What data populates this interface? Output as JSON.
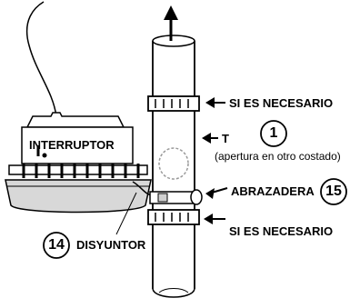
{
  "labels": {
    "interruptor": "INTERRUPTOR",
    "disyuntor": "DISYUNTOR",
    "si_es_necesario_top": "SI ES NECESARIO",
    "t": "T",
    "apertura": "(apertura en otro costado)",
    "abrazadera": "ABRAZADERA",
    "si_es_necesario_bottom": "SI ES NECESARIO"
  },
  "callouts": {
    "one": "1",
    "fifteen": "15",
    "fourteen": "14"
  }
}
